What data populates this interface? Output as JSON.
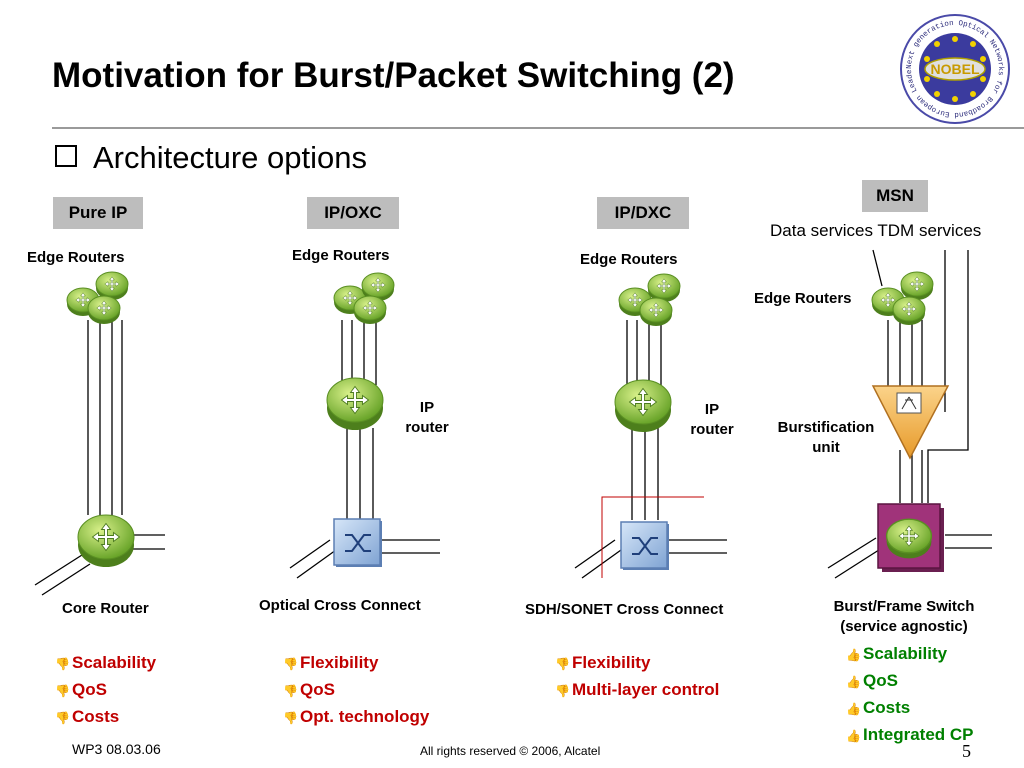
{
  "title": "Motivation for Burst/Packet Switching (2)",
  "bullet": "Architecture options",
  "columns": [
    {
      "tag": "Pure IP",
      "edge_label": "Edge Routers",
      "bottom_label": "Core Router",
      "items": [
        "Scalability",
        "QoS",
        "Costs"
      ]
    },
    {
      "tag": "IP/OXC",
      "edge_label": "Edge Routers",
      "mid_label": "IP router",
      "bottom_label": "Optical Cross Connect",
      "items": [
        "Flexibility",
        "QoS",
        "Opt. technology"
      ]
    },
    {
      "tag": "IP/DXC",
      "edge_label": "Edge Routers",
      "mid_label": "IP router",
      "bottom_label": "SDH/SONET Cross Connect",
      "items": [
        "Flexibility",
        "Multi-layer control"
      ]
    },
    {
      "tag": "MSN",
      "services_label": "Data services TDM services",
      "edge_label": "Edge Routers",
      "mid_label": "Burstification unit",
      "bottom_label": "Burst/Frame Switch (service agnostic)",
      "items": [
        "Scalability",
        "QoS",
        "Costs",
        "Integrated CP"
      ]
    }
  ],
  "logo": {
    "center_text": "NOBEL",
    "ring_text": "Next generation Optical Networks for Broadband European Leadership"
  },
  "footer": {
    "left": "WP3 08.03.06",
    "center": "All rights reserved © 2006, Alcatel",
    "page": "5"
  },
  "colors": {
    "negative": "#c00000",
    "positive": "#008000",
    "tag_bg": "#bdbdbd",
    "router_green": "#8cc63f",
    "oxc_blue": "#a9c6ea",
    "burst_orange": "#f5b041",
    "switch_purple": "#a0337a"
  },
  "icons": {
    "negative_marker": "thumbs-down-icon",
    "positive_marker": "thumbs-up-icon"
  }
}
